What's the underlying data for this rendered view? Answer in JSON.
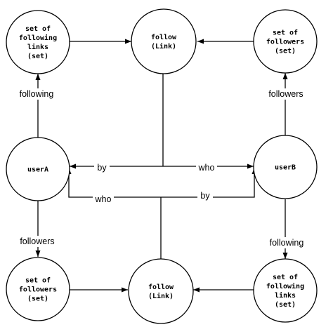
{
  "diagram": {
    "nodes": {
      "set_following_top": [
        "set of",
        "following",
        "links",
        "(set)"
      ],
      "follow_top": [
        "follow",
        "(Link)"
      ],
      "set_followers_top": [
        "set of",
        "followers",
        "(set)"
      ],
      "userA": [
        "userA"
      ],
      "userB": [
        "userB"
      ],
      "set_followers_bottom": [
        "set of",
        "followers",
        "(set)"
      ],
      "follow_bottom": [
        "follow",
        "(Link)"
      ],
      "set_following_bottom": [
        "set of",
        "following",
        "links",
        "(set)"
      ]
    },
    "edge_labels": {
      "left_top": "following",
      "right_top": "followers",
      "left_bottom": "followers",
      "right_bottom": "following",
      "by_upper": "by",
      "who_upper": "who",
      "who_lower": "who",
      "by_lower": "by"
    },
    "colors": {
      "stroke": "#000000",
      "fill": "#ffffff"
    }
  }
}
